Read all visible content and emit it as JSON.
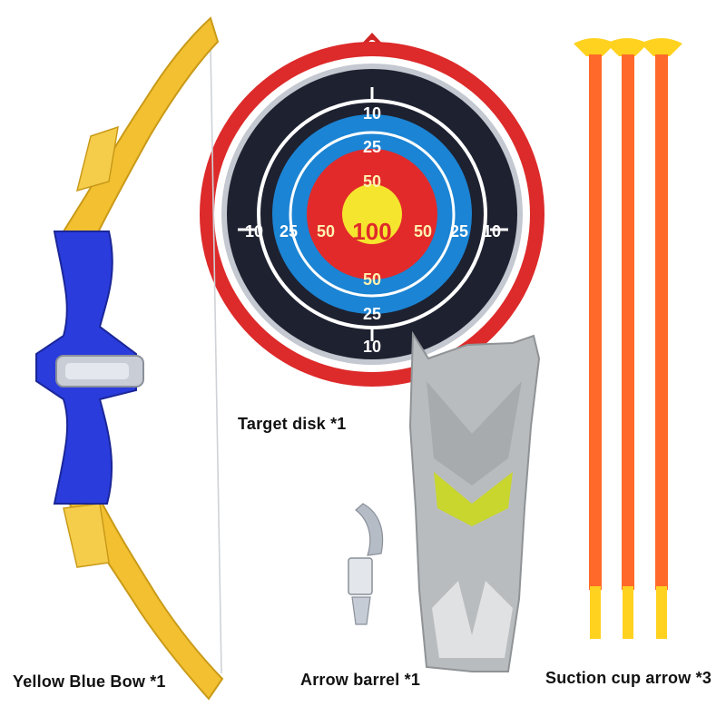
{
  "products": {
    "bow": {
      "caption": "Yellow Blue Bow *1"
    },
    "target": {
      "caption": "Target disk *1",
      "ring_labels": {
        "outer": "10",
        "middle": "25",
        "inner": "50",
        "center": "100"
      }
    },
    "barrel": {
      "caption": "Arrow barrel *1"
    },
    "arrows": {
      "caption": "Suction cup arrow *3",
      "count": 3
    }
  },
  "colors": {
    "bow_limb": "#f2c030",
    "bow_grip": "#2a3cdc",
    "target_red": "#e02a2a",
    "target_black": "#1e2130",
    "target_blue": "#1a82d2",
    "target_yellow": "#f5e32e",
    "barrel_gray": "#b9bcbf",
    "barrel_green": "#c8d62e",
    "arrow_orange": "#ff6a2a",
    "arrow_cup_yellow": "#ffd21f"
  }
}
